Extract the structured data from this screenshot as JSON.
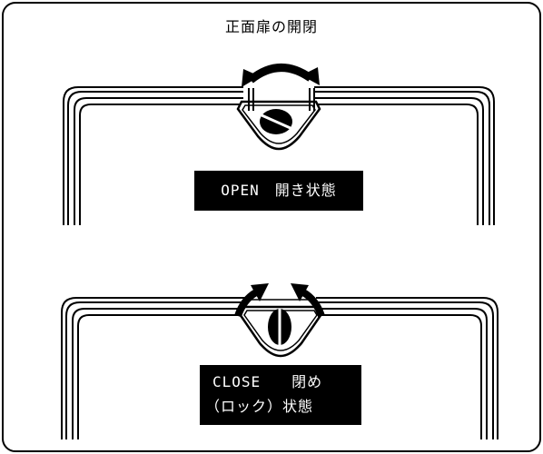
{
  "title": "正面扉の開閉",
  "states": {
    "open": {
      "label": "OPEN　開き状態"
    },
    "close": {
      "line1": "CLOSE　　閉め",
      "line2": "（ロック）状態"
    }
  },
  "colors": {
    "ink": "#000000",
    "paper": "#ffffff"
  }
}
